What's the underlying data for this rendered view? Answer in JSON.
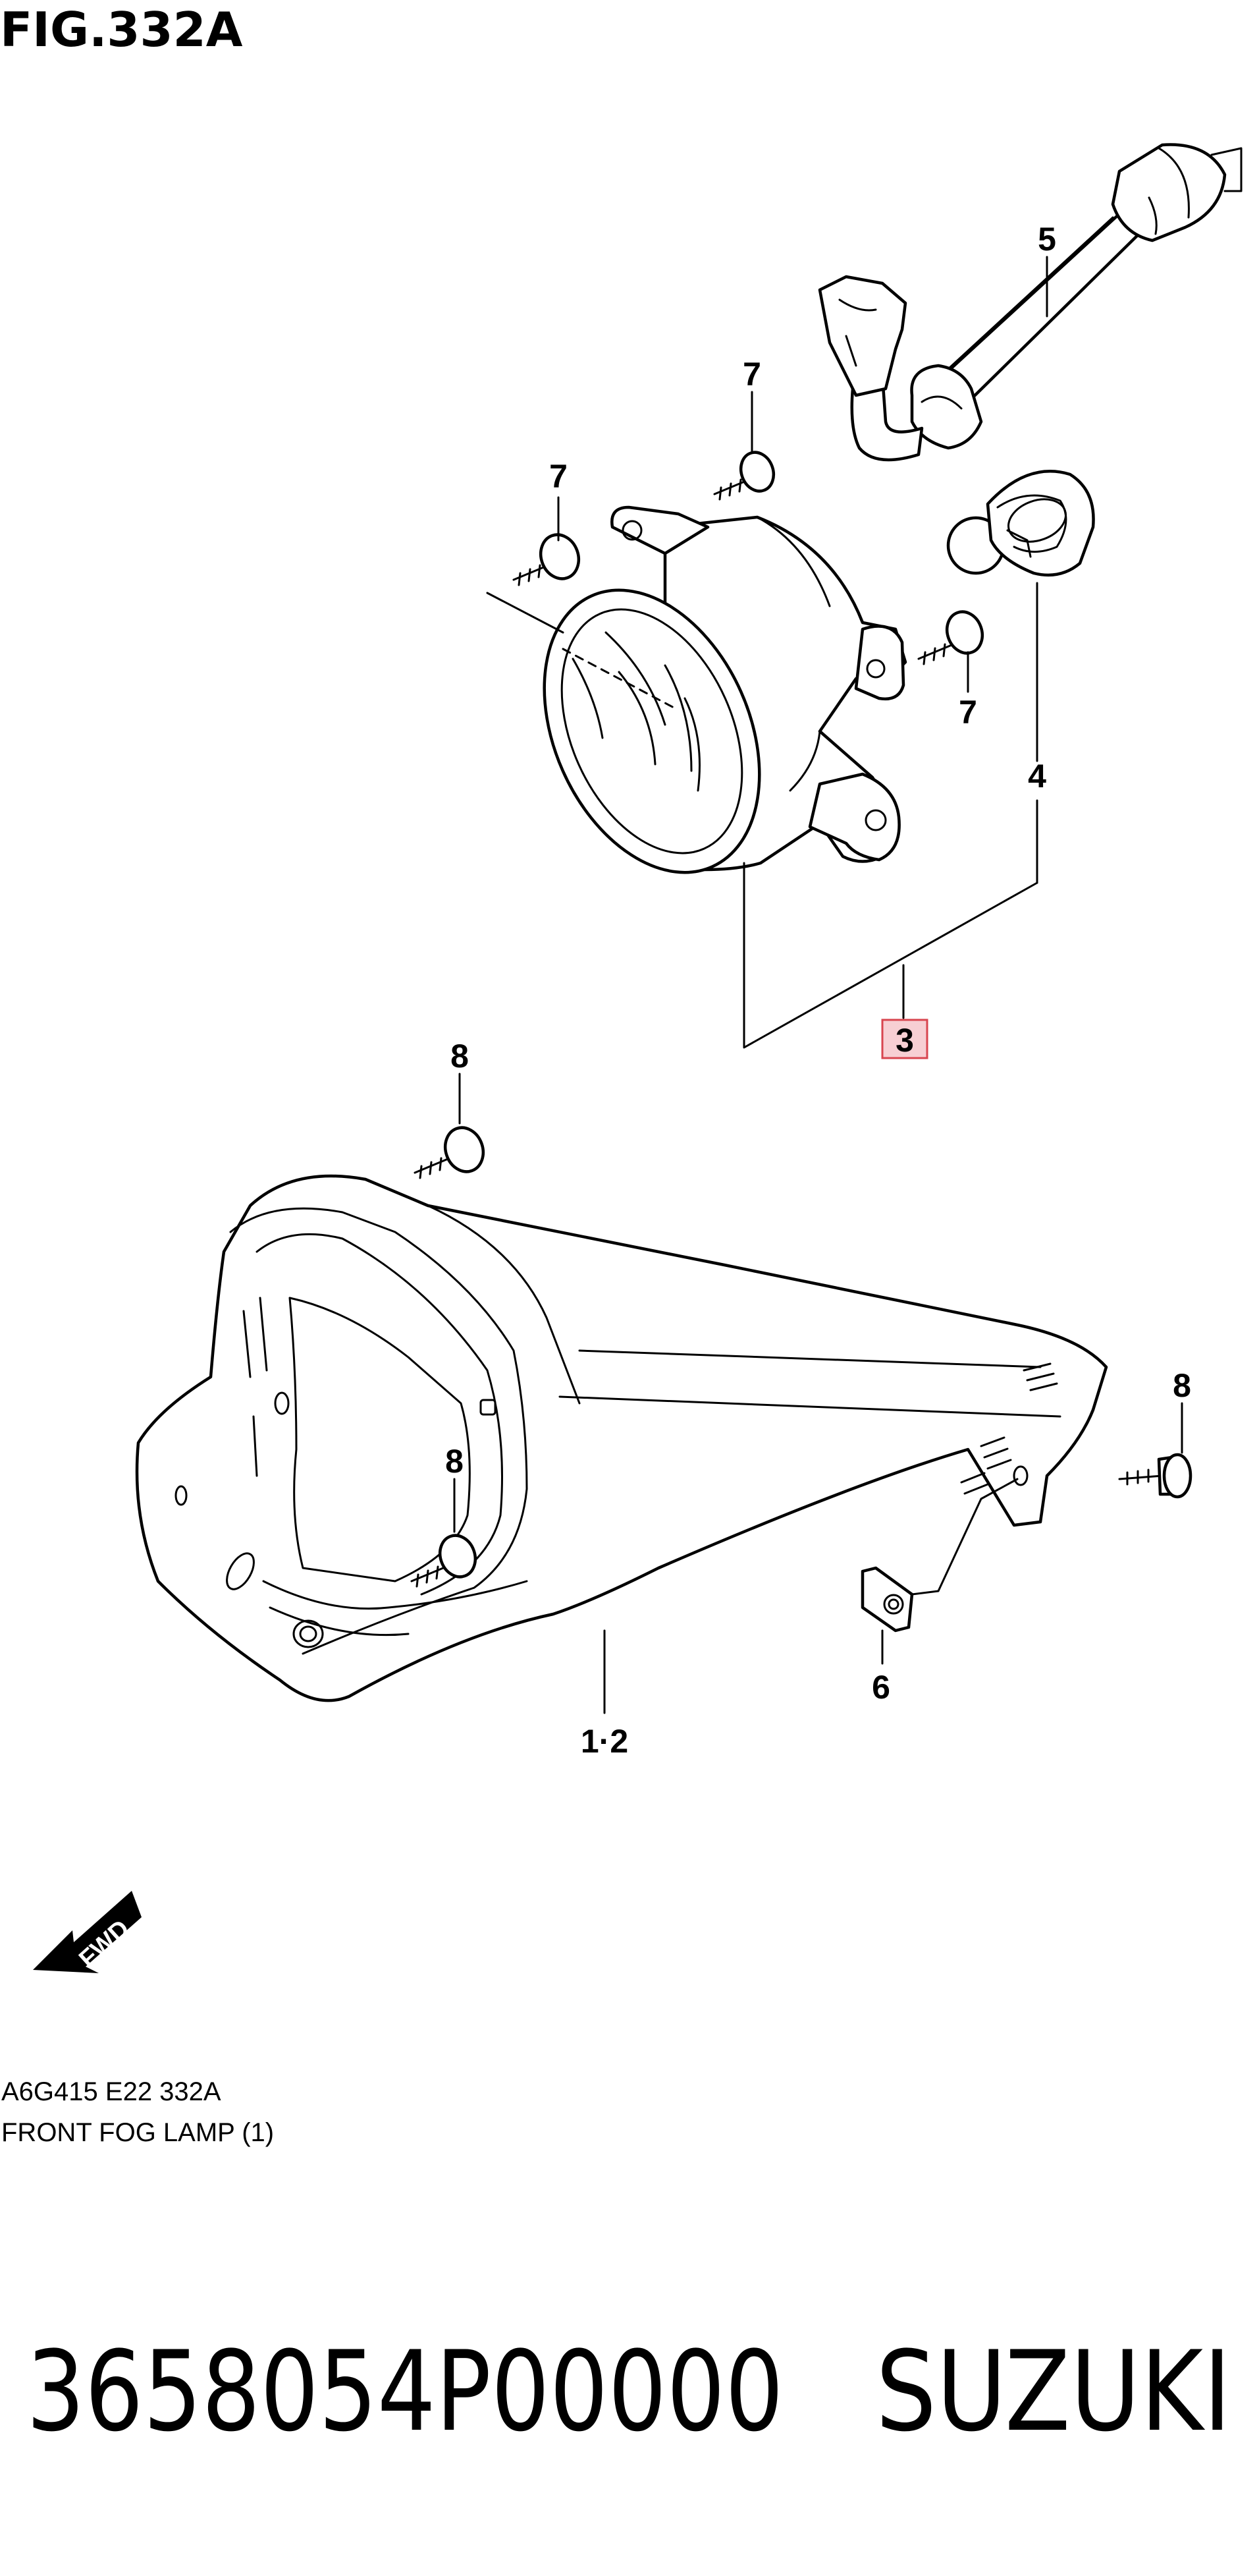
{
  "figure": {
    "title": "FIG.332A",
    "reference_code": "A6G415 E22 332A",
    "caption": "FRONT FOG LAMP (1)"
  },
  "callouts": {
    "c1_2": "1·2",
    "c3": "3",
    "c4": "4",
    "c5": "5",
    "c6": "6",
    "c7a": "7",
    "c7b": "7",
    "c7c": "7",
    "c8a": "8",
    "c8b": "8",
    "c8c": "8"
  },
  "direction_badge": "FWD",
  "footer": {
    "part_number": "3658054P00000",
    "brand": "SUZUKI"
  },
  "colors": {
    "line": "#000000",
    "highlight_fill": "#f7cfd3",
    "highlight_stroke": "#d8454f"
  }
}
